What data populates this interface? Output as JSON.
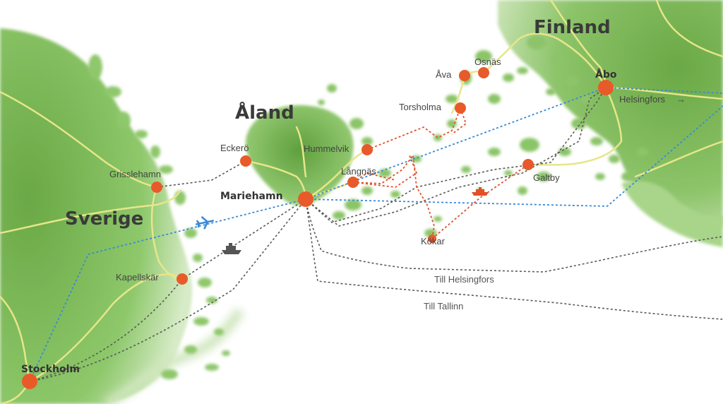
{
  "regions": {
    "finland": "Finland",
    "aland": "Åland",
    "sverige": "Sverige"
  },
  "cities": {
    "abo": "Åbo",
    "helsingfors": "Helsingfors",
    "osnas": "Osnäs",
    "ava": "Åva",
    "torsholma": "Torsholma",
    "hummelvik": "Hummelvik",
    "langnas": "Långnäs",
    "eckero": "Eckerö",
    "grisslehamn": "Grisslehamn",
    "mariehamn": "Mariehamn",
    "galtby": "Galtby",
    "kokar": "Kökar",
    "kapellskar": "Kapellskär",
    "stockholm": "Stockholm"
  },
  "routes": {
    "till_helsingfors": "Till Helsingfors",
    "till_tallinn": "Till Tallinn"
  },
  "helsingfors_arrow": "→",
  "colors": {
    "land": "#7fbf5a",
    "water": "#ffffff",
    "road": "#e6e68a",
    "city_marker": "#e85a2a",
    "ferry_route": "#555555",
    "local_ferry_route": "#e2502a",
    "air_route": "#3a8ad6",
    "ship_icon": "#555555",
    "plane_icon": "#3a8ad6"
  },
  "icons": {
    "plane": "plane-icon",
    "large_ship": "ship-icon",
    "small_ship": "ship-icon"
  }
}
